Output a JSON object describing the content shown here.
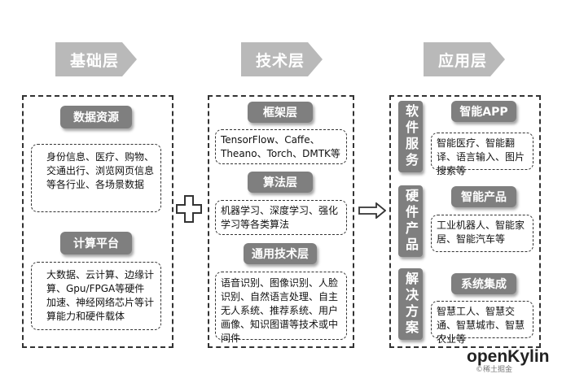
{
  "columns": {
    "foundation": {
      "header": "基础层",
      "data_resources": {
        "title": "数据资源",
        "text": "身份信息、医疗、购物、交通出行、浏览网页信息等各行业、各场景数据"
      },
      "compute_platform": {
        "title": "计算平台",
        "text": "大数据、云计算、边缘计算、Gpu/FPGA等硬件加速、神经网络芯片等计算能力和硬件载体"
      }
    },
    "technology": {
      "header": "技术层",
      "framework": {
        "title": "框架层",
        "text": "TensorFlow、Caffe、Theano、Torch、DMTK等"
      },
      "algorithm": {
        "title": "算法层",
        "text": "机器学习、深度学习、强化学习等各类算法"
      },
      "general_tech": {
        "title": "通用技术层",
        "text": "语音识别、图像识别、人脸识别、自然语言处理、自主无人系统、推荐系统、用户画像、知识图谱等技术或中间件"
      }
    },
    "application": {
      "header": "应用层",
      "software_services": {
        "label": "软件服务",
        "title": "智能APP",
        "text": "智能医疗、智能翻译、语言输入、图片搜索等"
      },
      "hardware_products": {
        "label": "硬件产品",
        "title": "智能产品",
        "text": "工业机器人、智能家居、智能汽车等"
      },
      "solutions": {
        "label": "解决方案",
        "title": "系统集成",
        "text": "智慧工人、智慧交通、智慧城市、智慧农业等"
      }
    }
  },
  "connectors": {
    "plus_symbol": "plus-sign",
    "arrow_symbol": "hollow-right-arrow"
  },
  "logo": {
    "brand": "openKylin",
    "sub": "©稀土掘金"
  }
}
